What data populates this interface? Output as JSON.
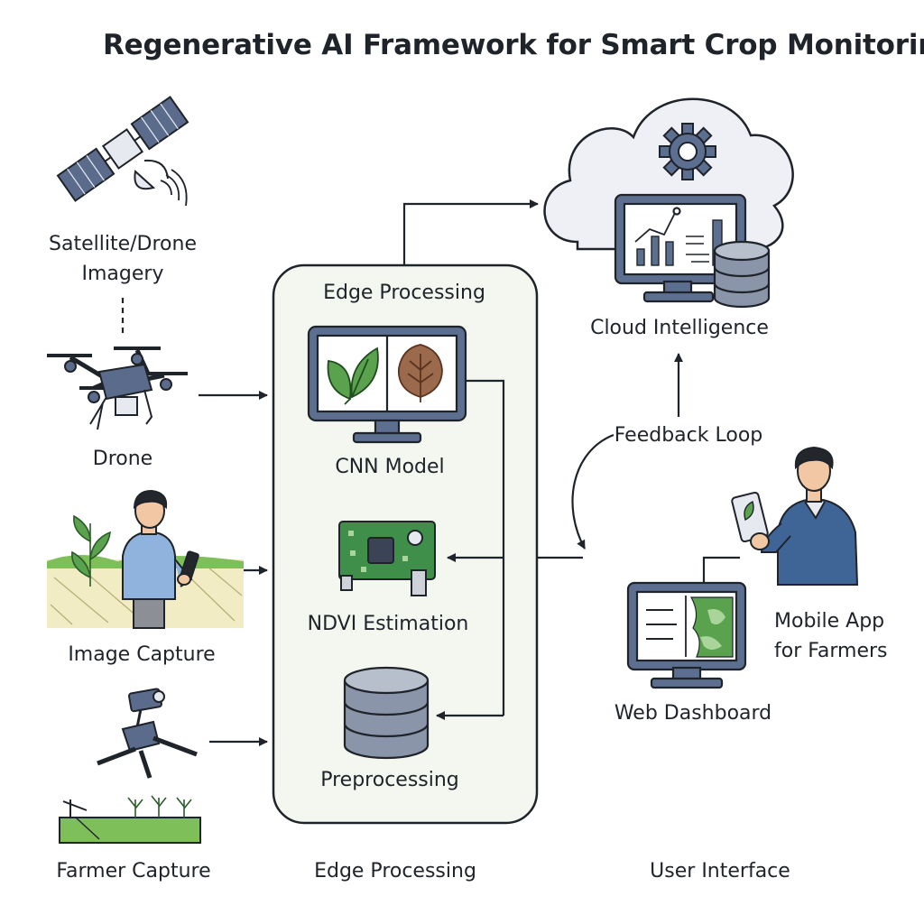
{
  "title": "Regenerative AI Framework for Smart Crop Monitoring",
  "inputs": {
    "satellite_line1": "Satellite/Drone",
    "satellite_line2": "Imagery",
    "drone": "Drone",
    "image_capture": "Image Capture",
    "farmer_capture": "Farmer Capture"
  },
  "edge": {
    "box_title": "Edge Processing",
    "cnn": "CNN Model",
    "ndvi": "NDVI Estimation",
    "preprocessing": "Preprocessing"
  },
  "cloud": {
    "label": "Cloud Intelligence"
  },
  "feedback": {
    "label": "Feedback Loop"
  },
  "ui": {
    "mobile_line1": "Mobile App",
    "mobile_line2": "for Farmers",
    "web": "Web Dashboard"
  },
  "columns": {
    "edge": "Edge Processing",
    "user": "User Interface"
  },
  "colors": {
    "ink": "#1f232a",
    "edge_fill": "#f3f7ef",
    "cloud_fill": "#eef0f5",
    "device_blue": "#5a6b8c",
    "monitor_frame": "#5d6f91",
    "leaf_green": "#5aa24d",
    "leaf_brown": "#9b6a4c",
    "pcb_green": "#3f8f4a",
    "grass_green": "#7fbf5a",
    "field_yellow": "#f1ecc4",
    "shirt_light": "#8fb3dc",
    "shirt_dark": "#3f6496",
    "skin": "#f2c7a3",
    "hair": "#23262b"
  }
}
